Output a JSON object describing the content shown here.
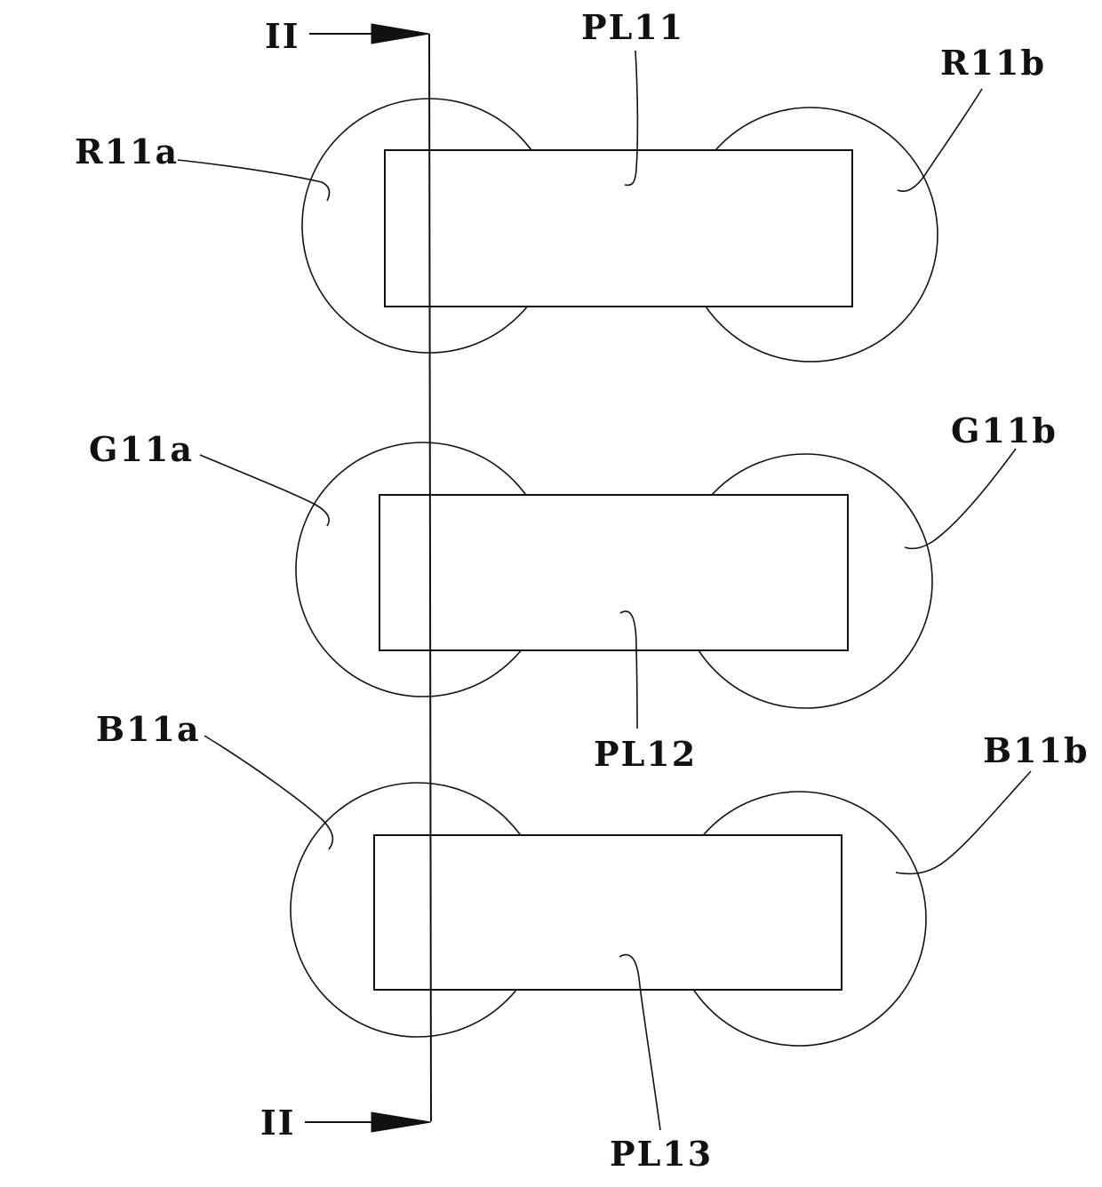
{
  "section_marker": {
    "top": "II",
    "bottom": "II"
  },
  "pixels": {
    "row1": {
      "left": "R11a",
      "right": "R11b",
      "plate": "PL11"
    },
    "row2": {
      "left": "G11a",
      "right": "G11b",
      "plate": "PL12"
    },
    "row3": {
      "left": "B11a",
      "right": "B11b",
      "plate": "PL13"
    }
  }
}
